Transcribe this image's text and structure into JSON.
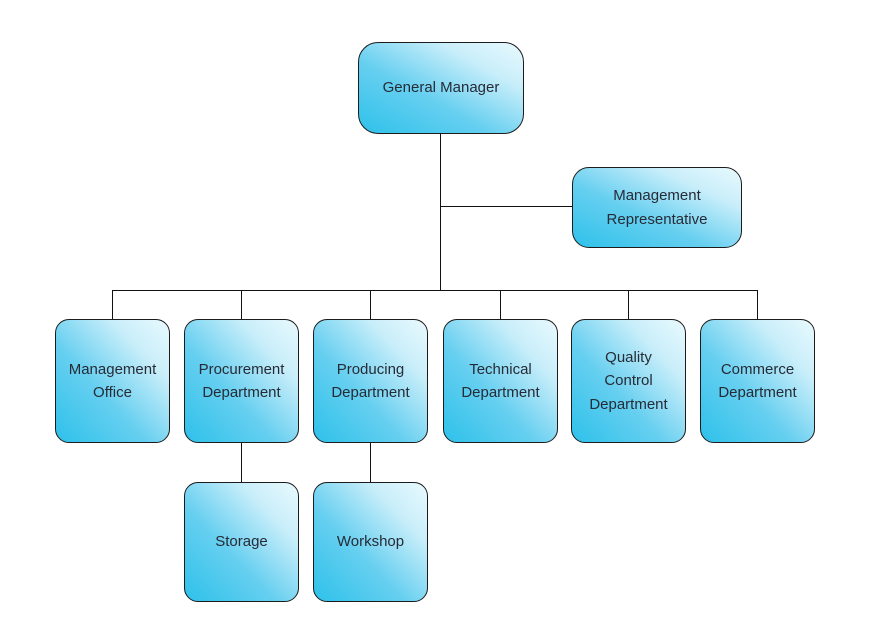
{
  "diagram": {
    "type": "org-chart",
    "background_color": "#ffffff",
    "node_gradient_start": "#2ec1ea",
    "node_gradient_end": "#e9f9fe",
    "node_border_color": "#1c1c1c",
    "connector_color": "#111111",
    "text_color": "#262b36",
    "nodes": {
      "general_manager": {
        "label": "General Manager"
      },
      "management_representative": {
        "label": "Management Representative"
      },
      "management_office": {
        "label": "Management Office"
      },
      "procurement_department": {
        "label": "Procurement Department"
      },
      "producing_department": {
        "label": "Producing Department"
      },
      "technical_department": {
        "label": "Technical Department"
      },
      "quality_control_department": {
        "label": "Quality Control Department"
      },
      "commerce_department": {
        "label": "Commerce Department"
      },
      "storage": {
        "label": "Storage"
      },
      "workshop": {
        "label": "Workshop"
      }
    },
    "edges": [
      [
        "general_manager",
        "management_representative"
      ],
      [
        "general_manager",
        "management_office"
      ],
      [
        "general_manager",
        "procurement_department"
      ],
      [
        "general_manager",
        "producing_department"
      ],
      [
        "general_manager",
        "technical_department"
      ],
      [
        "general_manager",
        "quality_control_department"
      ],
      [
        "general_manager",
        "commerce_department"
      ],
      [
        "procurement_department",
        "storage"
      ],
      [
        "producing_department",
        "workshop"
      ]
    ]
  }
}
